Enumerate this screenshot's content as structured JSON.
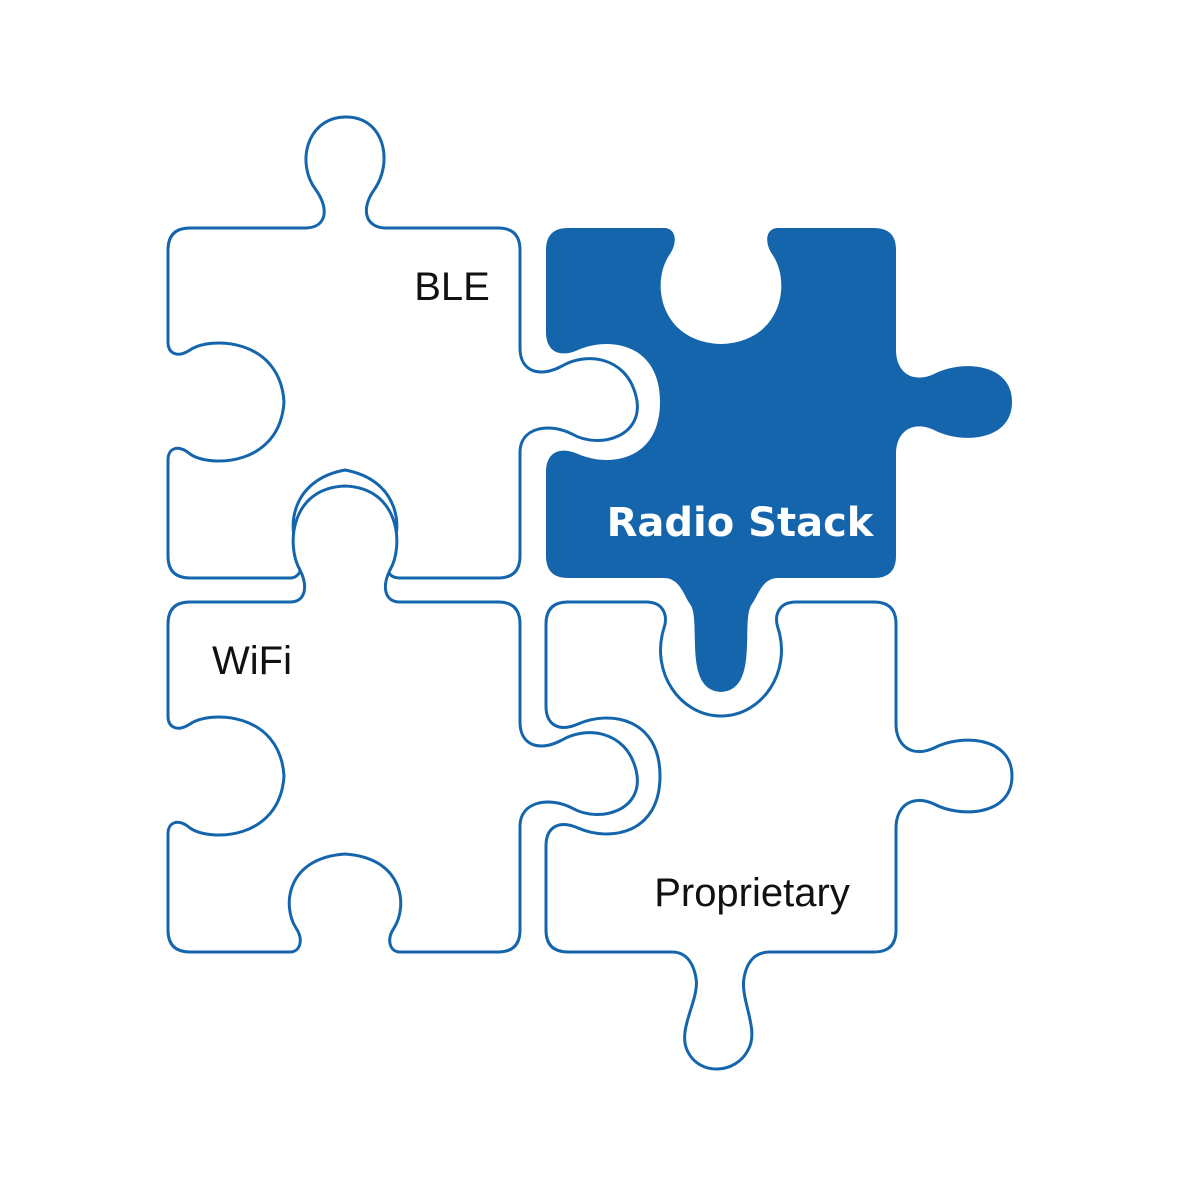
{
  "colors": {
    "accent": "#1565ad",
    "background": "#ffffff",
    "text": "#111111",
    "text_on_accent": "#ffffff"
  },
  "pieces": {
    "ble": {
      "label": "BLE"
    },
    "radio_stack": {
      "label": "Radio Stack"
    },
    "wifi": {
      "label": "WiFi"
    },
    "proprietary": {
      "label": "Proprietary"
    }
  }
}
